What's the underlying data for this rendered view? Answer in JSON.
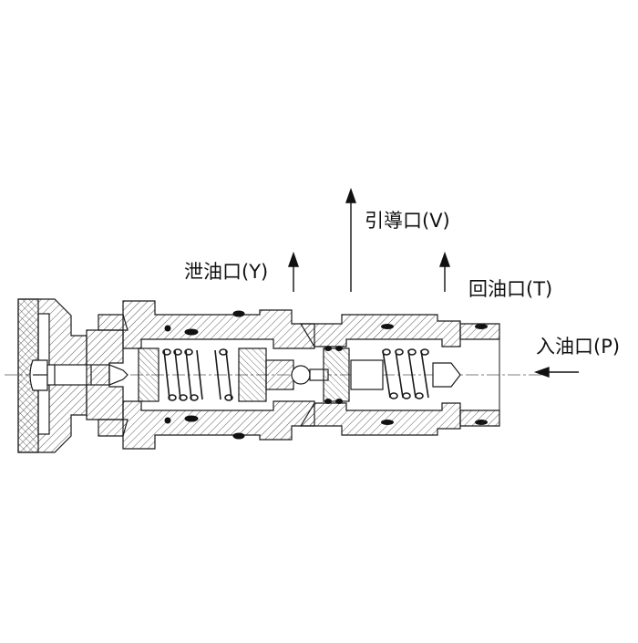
{
  "ports": {
    "pilot": "引導口(V)",
    "drain": "泄油口(Y)",
    "return": "回油口(T)",
    "inlet": "入油口(P)"
  },
  "colors": {
    "line": "#1a1a1a",
    "background": "#ffffff"
  }
}
